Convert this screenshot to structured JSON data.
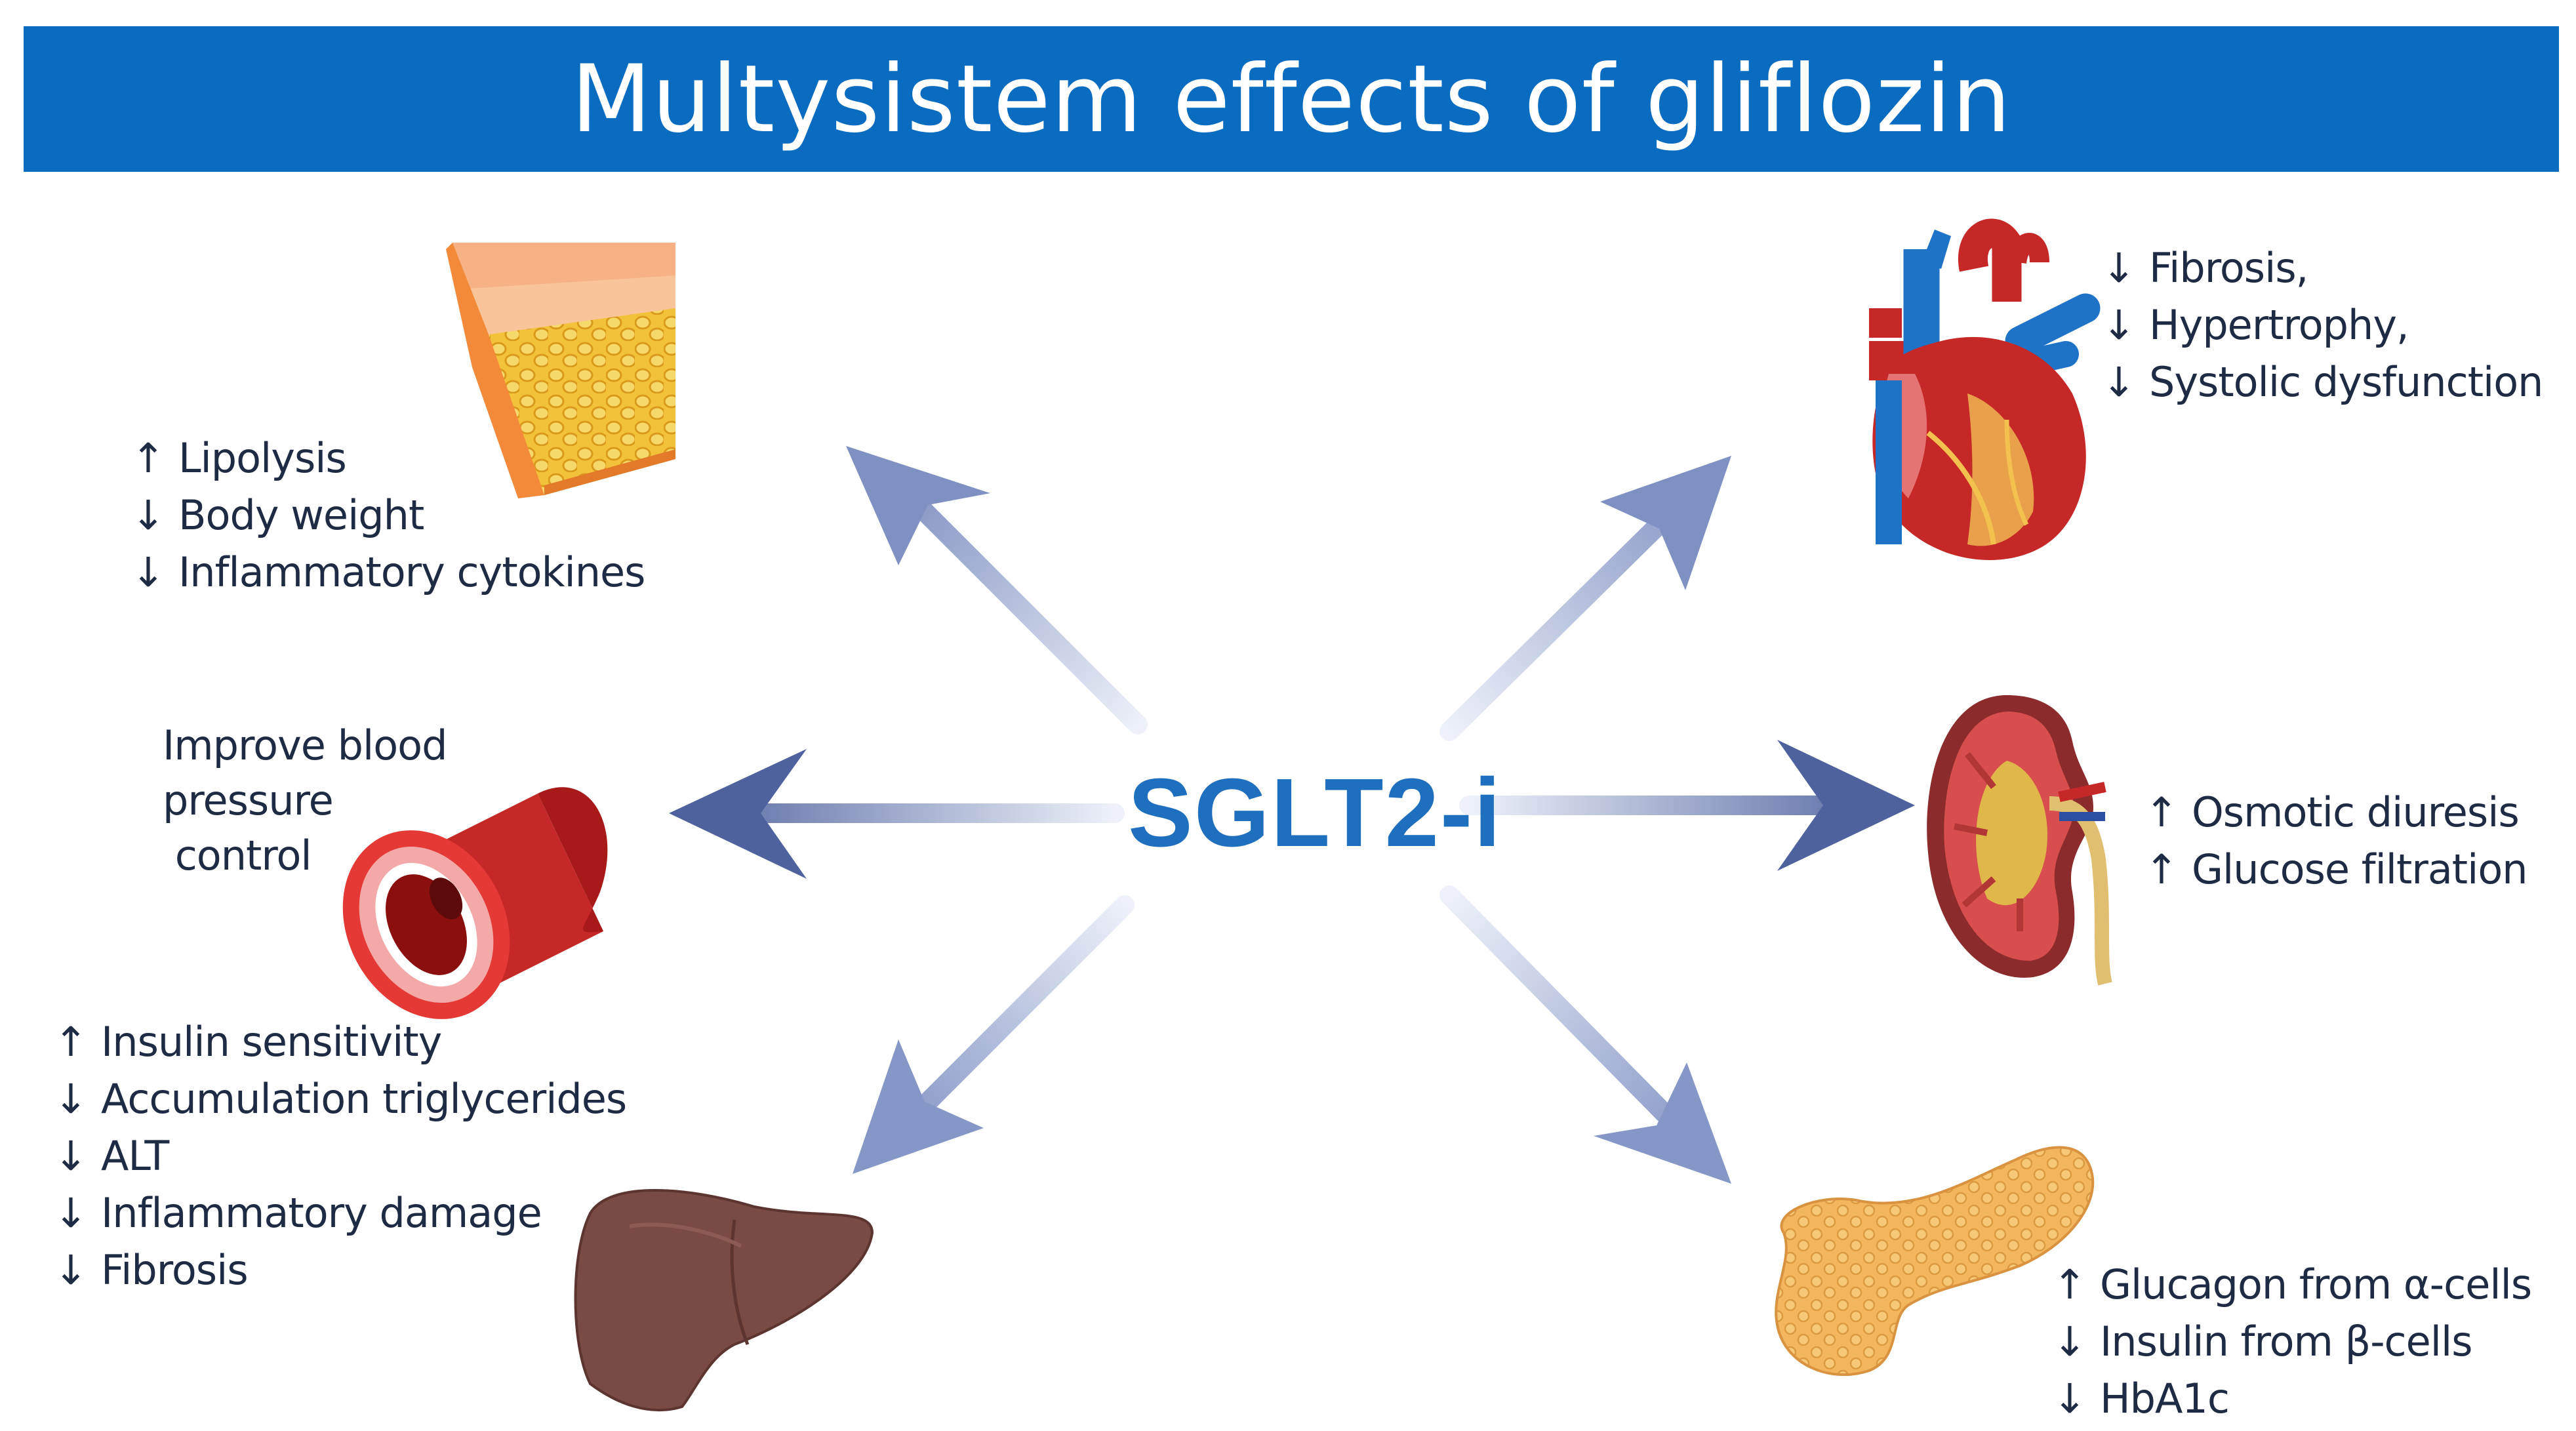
{
  "title": "Multysistem effects of gliflozin",
  "center_label": "SGLT2-i",
  "organs": {
    "adipose": {
      "icon": "adipose-tissue-icon",
      "effects": [
        {
          "dir": "↑",
          "text": "Lipolysis"
        },
        {
          "dir": "↓",
          "text": "Body weight"
        },
        {
          "dir": "↓",
          "text": "Inflammatory cytokines"
        }
      ]
    },
    "vessel": {
      "icon": "blood-vessel-icon",
      "label_lines": [
        "Improve blood",
        "pressure",
        " control"
      ]
    },
    "liver": {
      "icon": "liver-icon",
      "effects": [
        {
          "dir": "↑",
          "text": "Insulin sensitivity"
        },
        {
          "dir": "↓",
          "text": "Accumulation triglycerides"
        },
        {
          "dir": "↓",
          "text": "ALT"
        },
        {
          "dir": "↓",
          "text": "Inflammatory damage"
        },
        {
          "dir": "↓",
          "text": "Fibrosis"
        }
      ]
    },
    "heart": {
      "icon": "heart-icon",
      "effects": [
        {
          "dir": "↓",
          "text": "Fibrosis,"
        },
        {
          "dir": "↓",
          "text": "Hypertrophy,"
        },
        {
          "dir": "↓",
          "text": "Systolic dysfunction"
        }
      ]
    },
    "kidney": {
      "icon": "kidney-icon",
      "effects": [
        {
          "dir": "↑",
          "text": "Osmotic diuresis"
        },
        {
          "dir": "↑",
          "text": "Glucose filtration"
        }
      ]
    },
    "pancreas": {
      "icon": "pancreas-icon",
      "effects": [
        {
          "dir": "↑",
          "text": "Glucagon from α-cells"
        },
        {
          "dir": "↓",
          "text": "Insulin from β-cells"
        },
        {
          "dir": "↓",
          "text": "HbA1c"
        }
      ]
    }
  },
  "colors": {
    "title_bar": "#0a6cc1",
    "center_text": "#1f6fbf",
    "arrow_dark": "#5b6fa8",
    "arrow_light": "#dfe5f3"
  }
}
